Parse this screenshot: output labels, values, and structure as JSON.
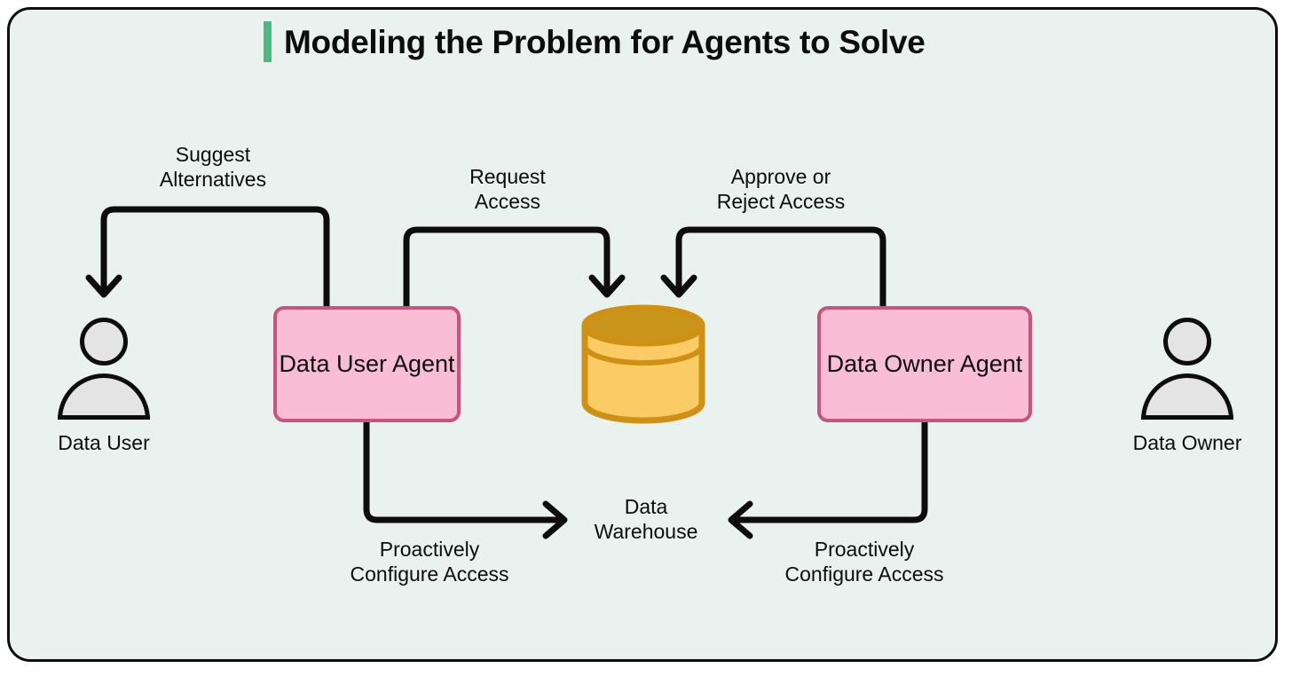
{
  "page": {
    "background_color": "#e9f2ef",
    "frame_border_color": "#0d0d0d",
    "accent_color": "#4cb97e",
    "agent_fill_color": "#f9bdd5",
    "agent_border_color": "#c9537f",
    "database_body_color": "#fbcb65",
    "database_top_color": "#c8941a",
    "person_fill_color": "#e4e4e4",
    "line_color": "#0d0d0d"
  },
  "header": {
    "title": "Modeling the Problem for Agents to Solve"
  },
  "actors": [
    {
      "id": "data-user",
      "label": "Data User",
      "icon": "person-icon"
    },
    {
      "id": "data-owner",
      "label": "Data\nOwner",
      "icon": "person-icon"
    }
  ],
  "nodes": {
    "user_agent": {
      "label": "Data User\nAgent",
      "type": "agent-box"
    },
    "owner_agent": {
      "label": "Data Owner\nAgent",
      "type": "agent-box"
    },
    "warehouse": {
      "label": "Data\nWarehouse",
      "icon": "database-cylinder-icon"
    }
  },
  "edges": [
    {
      "id": "suggest-alternatives",
      "label": "Suggest\nAlternatives",
      "from": "user_agent",
      "to": "data-user",
      "arrowhead": "chevron-down"
    },
    {
      "id": "request-access",
      "label": "Request\nAccess",
      "from": "user_agent",
      "to": "warehouse",
      "arrowhead": "chevron-down"
    },
    {
      "id": "approve-or-reject-access",
      "label": "Approve or\nReject Access",
      "from": "owner_agent",
      "to": "warehouse",
      "arrowhead": "chevron-down"
    },
    {
      "id": "proactively-configure-access-left",
      "label": "Proactively\nConfigure Access",
      "from": "user_agent",
      "to": "warehouse",
      "arrowhead": "chevron-right"
    },
    {
      "id": "proactively-configure-access-right",
      "label": "Proactively\nConfigure Access",
      "from": "owner_agent",
      "to": "warehouse",
      "arrowhead": "chevron-left"
    }
  ]
}
